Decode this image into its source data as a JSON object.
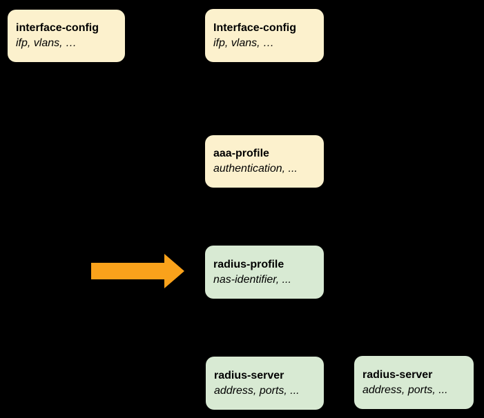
{
  "diagram": {
    "background": "#000000",
    "colors": {
      "bg": "#000000",
      "note_fill": "#FCF1CD",
      "green_fill": "#D8EAD3",
      "arrow_fill": "#FAA21B",
      "text": "#000000"
    },
    "nodes": [
      {
        "id": "interface-config-left",
        "title": "interface-config",
        "subtitle": "ifp, vlans, …",
        "variant": "yellow"
      },
      {
        "id": "interface-config-top",
        "title": "Interface-config",
        "subtitle": "ifp, vlans, …",
        "variant": "yellow"
      },
      {
        "id": "aaa-profile",
        "title": "aaa-profile",
        "subtitle": "authentication, ...",
        "variant": "yellow"
      },
      {
        "id": "radius-profile",
        "title": "radius-profile",
        "subtitle": "nas-identifier, ...",
        "variant": "green"
      },
      {
        "id": "radius-server-left",
        "title": "radius-server",
        "subtitle": "address, ports, ...",
        "variant": "green"
      },
      {
        "id": "radius-server-right",
        "title": "radius-server",
        "subtitle": "address, ports, ...",
        "variant": "green"
      }
    ],
    "arrow": {
      "name": "highlight-arrow",
      "direction": "right",
      "points_to": "radius-profile"
    }
  }
}
